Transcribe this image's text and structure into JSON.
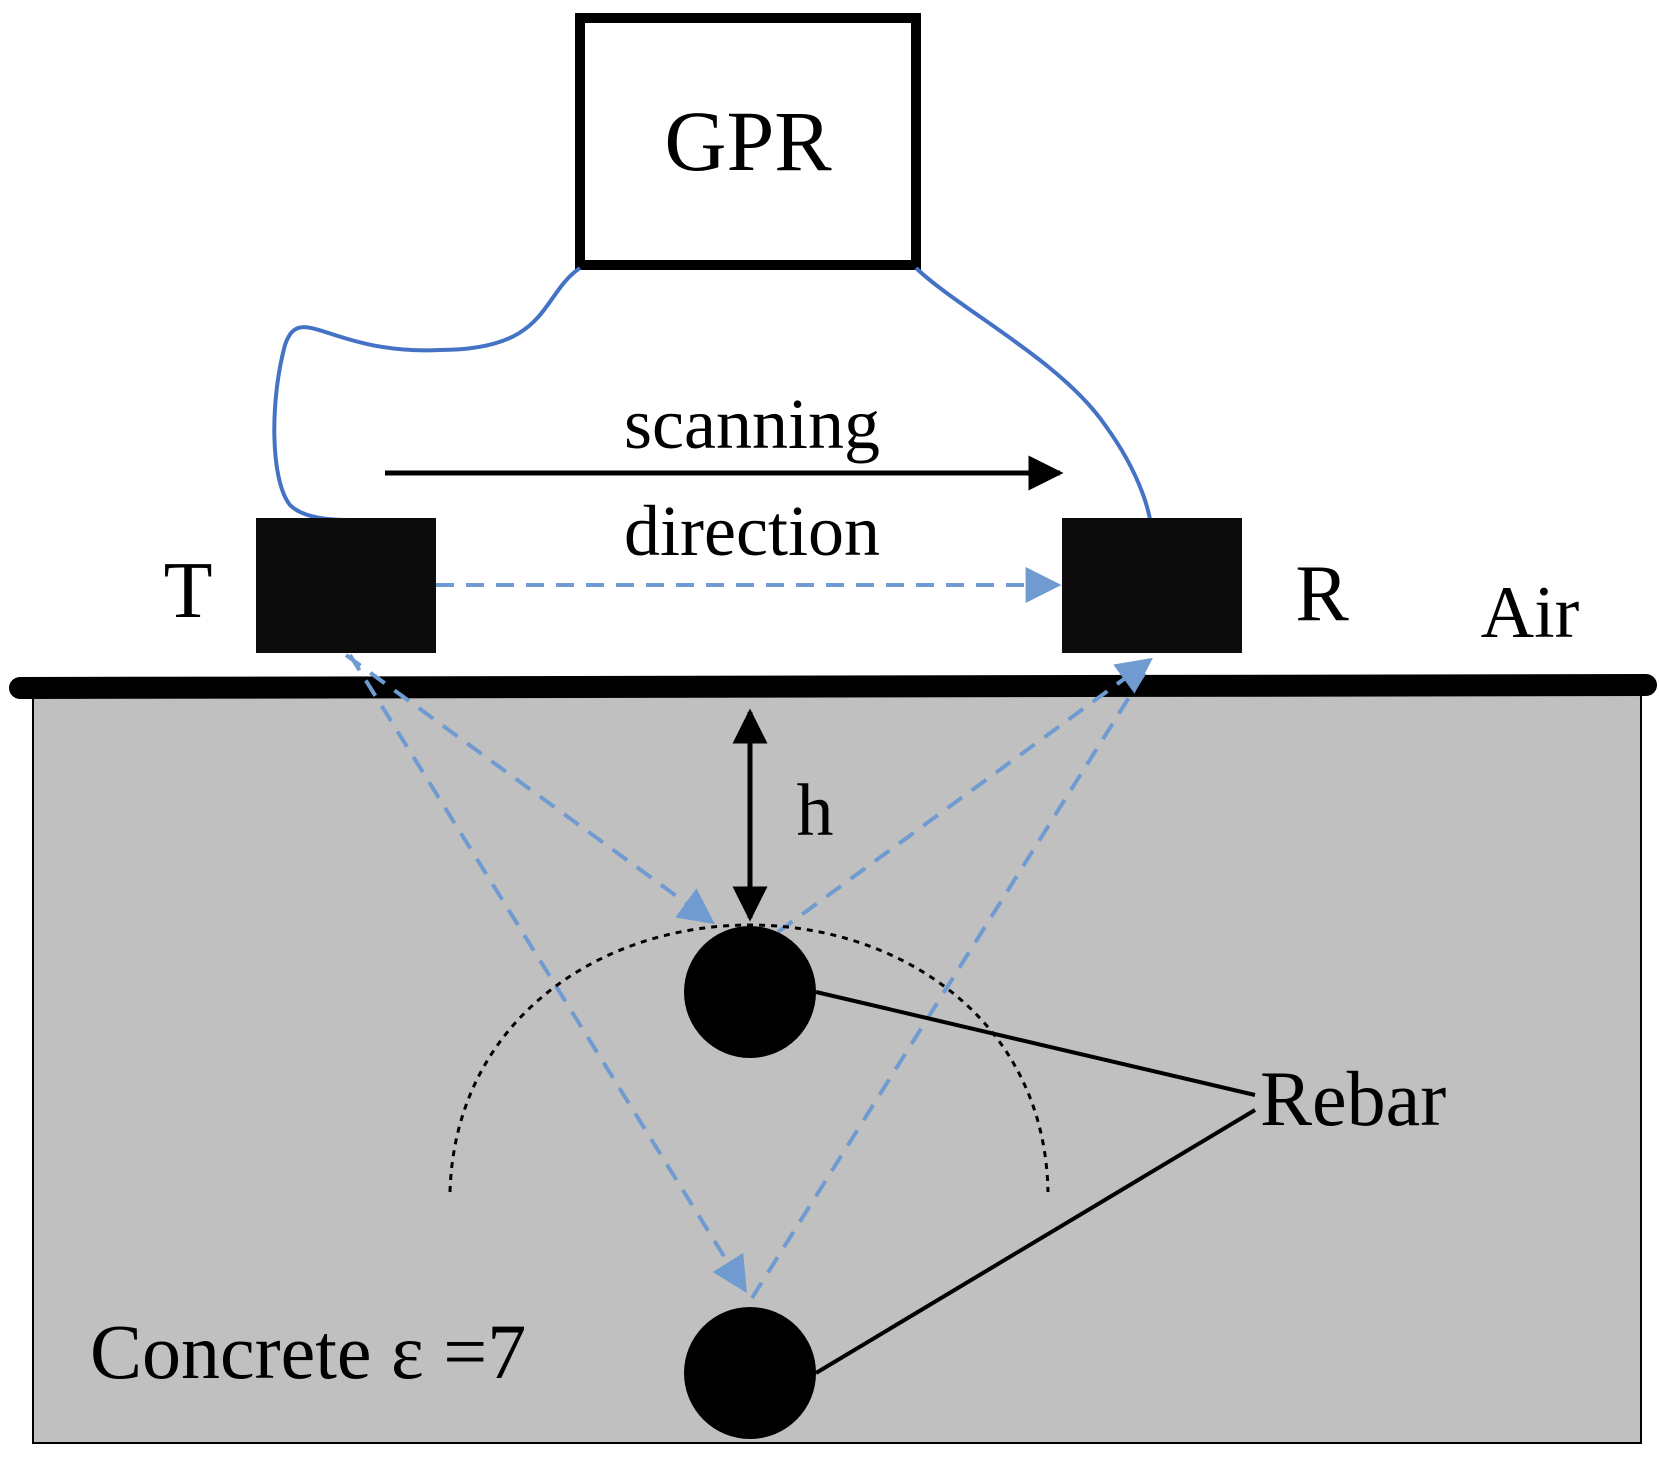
{
  "labels": {
    "gpr": "GPR",
    "transmitter": "T",
    "receiver": "R",
    "air": "Air",
    "scanning_line1": "scanning",
    "scanning_line2": "direction",
    "depth": "h",
    "rebar": "Rebar",
    "concrete": "Concrete ε =7"
  },
  "colors": {
    "concrete_fill": "#c0c0c0",
    "cable": "#4472c4",
    "wave_path": "#6f9bd1",
    "ink": "#000000",
    "background": "#ffffff"
  }
}
